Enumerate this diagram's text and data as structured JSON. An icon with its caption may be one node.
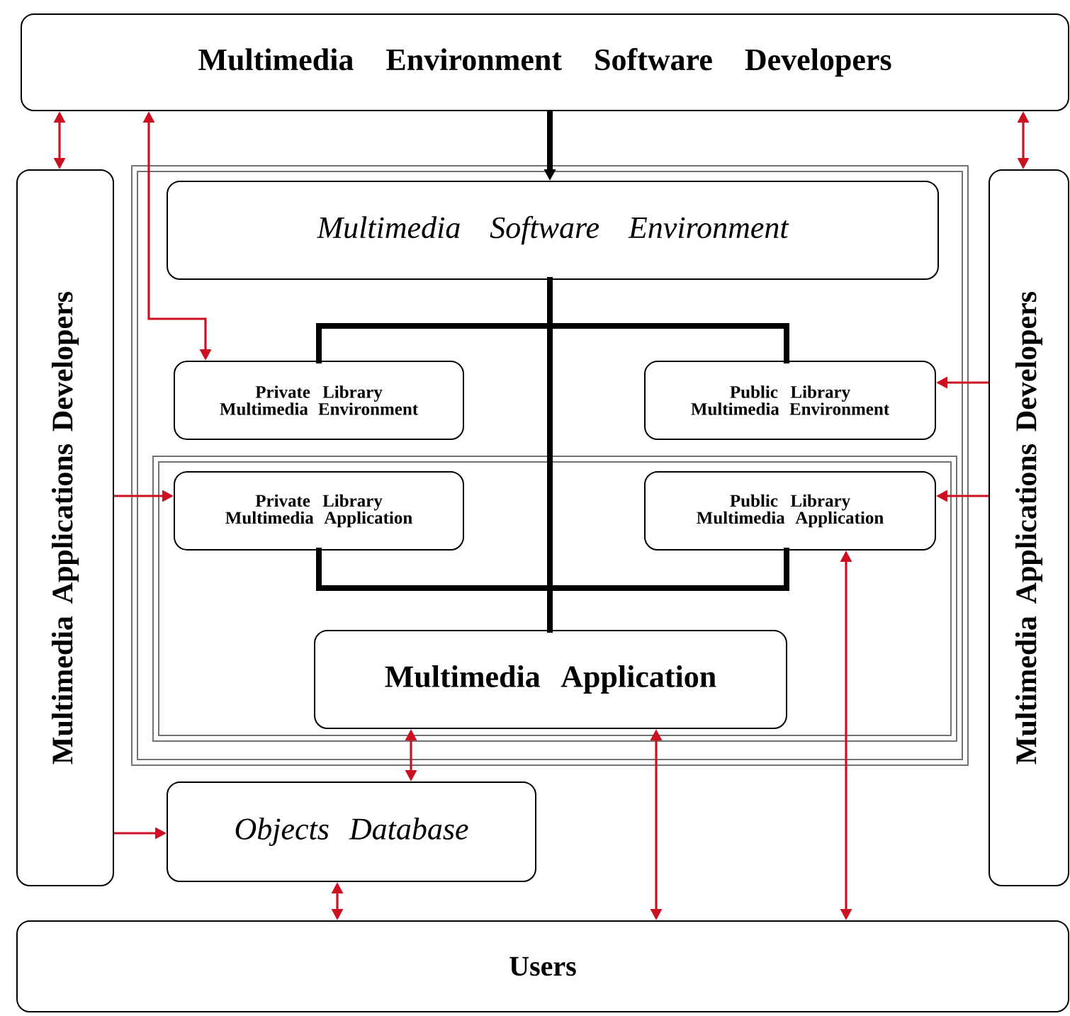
{
  "diagram": {
    "nodes": [
      {
        "text": [
          "Multimedia Environment Software Developers"
        ]
      },
      {
        "text": [
          "Multimedia Applications Developers"
        ]
      },
      {
        "text": [
          "Multimedia Applications Developers"
        ]
      },
      {
        "text": [],
        "shape": "box"
      },
      {
        "text": [
          "Multimedia Software Environment"
        ],
        "in": 3
      },
      {
        "text": [
          "Private Library Multimedia Environment"
        ],
        "in": 3
      },
      {
        "text": [
          "Public Library Multimedia Environment"
        ],
        "in": 3
      },
      {
        "text": [],
        "shape": "box",
        "in": 3
      },
      {
        "text": [
          "Private Library Multimedia Application"
        ],
        "in": 7
      },
      {
        "text": [
          "Public Library Multimedia Application"
        ],
        "in": 7
      },
      {
        "text": [
          "Multimedia Application"
        ],
        "in": 7
      },
      {
        "text": [
          "Objects Database"
        ]
      },
      {
        "text": [
          "Users"
        ]
      }
    ],
    "edges": [
      {
        "from": 0,
        "to": 1,
        "arrow": "both"
      },
      {
        "from": 0,
        "to": 5,
        "arrow": "both"
      },
      {
        "from": 0,
        "to": 2,
        "arrow": "both"
      },
      {
        "from": 0,
        "to": 4,
        "arrow": "to",
        "style": "thick",
        "color": "#000000"
      },
      {
        "from": 4,
        "to": 5,
        "arrow": "none",
        "style": "thick",
        "color": "#000000"
      },
      {
        "from": 4,
        "to": 6,
        "arrow": "none",
        "style": "thick",
        "color": "#000000"
      },
      {
        "from": 4,
        "to": 10,
        "arrow": "none",
        "style": "thick",
        "color": "#000000"
      },
      {
        "from": 8,
        "to": 10,
        "arrow": "none",
        "style": "thick",
        "color": "#000000"
      },
      {
        "from": 9,
        "to": 10,
        "arrow": "none",
        "style": "thick",
        "color": "#000000"
      },
      {
        "from": 2,
        "to": 6,
        "arrow": "to"
      },
      {
        "from": 1,
        "to": 8,
        "arrow": "to"
      },
      {
        "from": 2,
        "to": 9,
        "arrow": "to"
      },
      {
        "from": 10,
        "to": 11,
        "arrow": "both"
      },
      {
        "from": 10,
        "to": 12,
        "arrow": "both"
      },
      {
        "from": 9,
        "to": 12,
        "arrow": "both"
      },
      {
        "from": 1,
        "to": 11,
        "arrow": "to"
      },
      {
        "from": 11,
        "to": 12,
        "arrow": "both"
      }
    ]
  }
}
